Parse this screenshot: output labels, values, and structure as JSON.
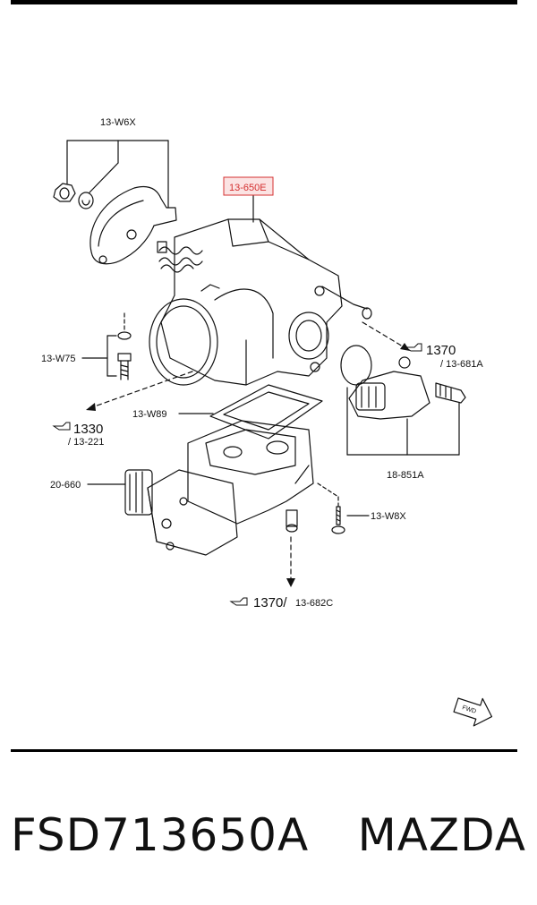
{
  "labels": {
    "w6x": "13-W6X",
    "main_part": "13-650E",
    "w75": "13-W75",
    "ref_1370_a": "1370",
    "ref_681a": "/ 13-681A",
    "ref_1330": "1330",
    "ref_221": "/ 13-221",
    "w89": "13-W89",
    "sensor": "18-851A",
    "motor": "20-660",
    "w8x": "13-W8X",
    "ref_1370_b": "1370/",
    "ref_682c": "13-682C",
    "fwd": "FWD"
  },
  "footer": {
    "part_number": "FSD713650A",
    "brand": "MAZDA"
  },
  "colors": {
    "highlight": "#d43030",
    "highlight_fill": "#fbe3e3",
    "line": "#111111"
  }
}
